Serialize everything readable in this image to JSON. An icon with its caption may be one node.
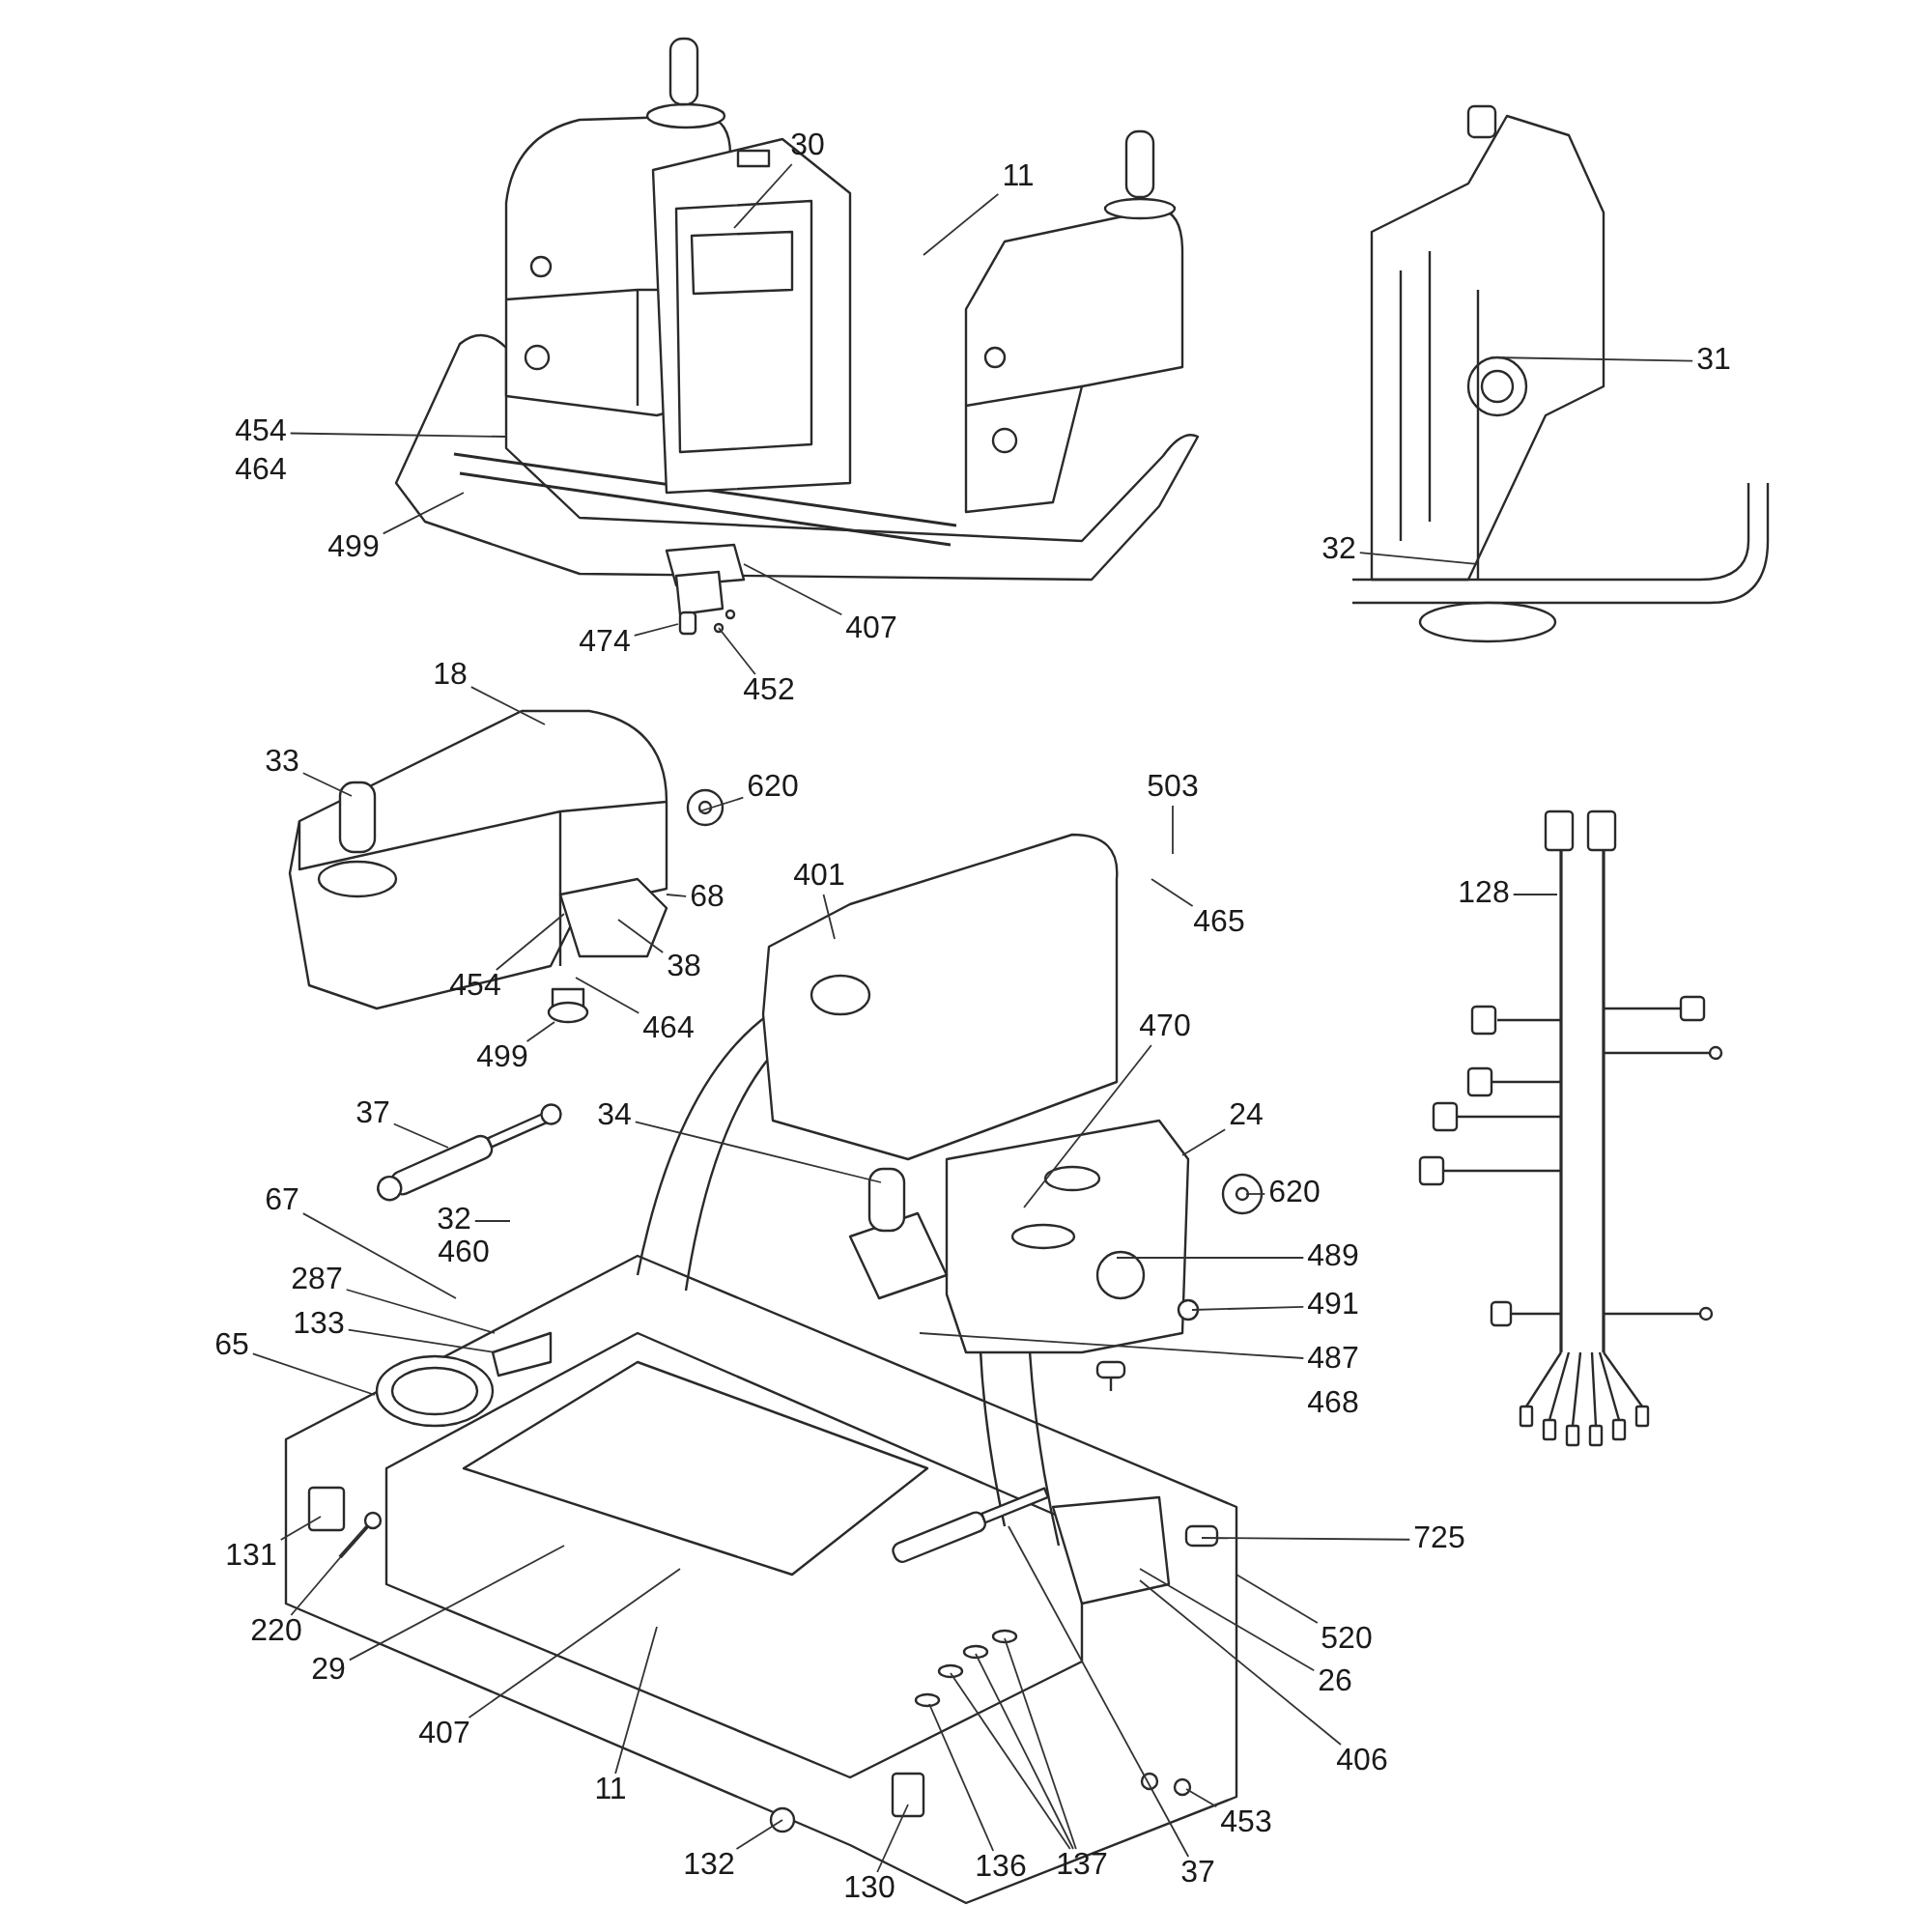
{
  "diagram": {
    "nodes": [
      {
        "text": [
          "30"
        ]
      },
      {
        "text": [
          "11"
        ]
      },
      {
        "text": [
          "454"
        ]
      },
      {
        "text": [
          "499"
        ]
      },
      {
        "text": [
          "474"
        ]
      },
      {
        "text": [
          "407"
        ]
      },
      {
        "text": [
          "452"
        ]
      },
      {
        "text": [
          "31"
        ]
      },
      {
        "text": [
          "32"
        ]
      },
      {
        "text": [
          "18"
        ]
      },
      {
        "text": [
          "33"
        ]
      },
      {
        "text": [
          "620"
        ]
      },
      {
        "text": [
          "68"
        ]
      },
      {
        "text": [
          "454"
        ]
      },
      {
        "text": [
          "38"
        ]
      },
      {
        "text": [
          "464"
        ]
      },
      {
        "text": [
          "499"
        ]
      },
      {
        "text": [
          "401"
        ]
      },
      {
        "text": [
          "503"
        ]
      },
      {
        "text": [
          "465"
        ]
      },
      {
        "text": [
          "128"
        ]
      },
      {
        "text": [
          "37"
        ]
      },
      {
        "text": [
          "34"
        ]
      },
      {
        "text": [
          "470"
        ]
      },
      {
        "text": [
          "24"
        ]
      },
      {
        "text": [
          "620"
        ]
      },
      {
        "text": [
          "489"
        ]
      },
      {
        "text": [
          "491"
        ]
      },
      {
        "text": [
          "487"
        ]
      },
      {
        "text": [
          "67"
        ]
      },
      {
        "text": [
          "32"
        ]
      },
      {
        "text": [
          "287"
        ]
      },
      {
        "text": [
          "133"
        ]
      },
      {
        "text": [
          "65"
        ]
      },
      {
        "text": [
          "131"
        ]
      },
      {
        "text": [
          "220"
        ]
      },
      {
        "text": [
          "29"
        ]
      },
      {
        "text": [
          "407"
        ]
      },
      {
        "text": [
          "11"
        ]
      },
      {
        "text": [
          "725"
        ]
      },
      {
        "text": [
          "520"
        ]
      },
      {
        "text": [
          "26"
        ]
      },
      {
        "text": [
          "406"
        ]
      },
      {
        "text": [
          "37"
        ]
      },
      {
        "text": [
          "453"
        ]
      },
      {
        "text": [
          "132"
        ]
      },
      {
        "text": [
          "130"
        ]
      },
      {
        "text": [
          "136"
        ]
      },
      {
        "text": [
          "137"
        ]
      }
    ],
    "edges": [
      {
        "from": 0,
        "to": null,
        "arrow": "none"
      },
      {
        "from": 1,
        "to": null,
        "arrow": "none"
      },
      {
        "from": 2,
        "to": null,
        "arrow": "none"
      },
      {
        "from": 3,
        "to": null,
        "arrow": "none"
      },
      {
        "from": 4,
        "to": null,
        "arrow": "none"
      },
      {
        "from": 5,
        "to": null,
        "arrow": "none"
      },
      {
        "from": 6,
        "to": null,
        "arrow": "none"
      },
      {
        "from": 7,
        "to": null,
        "arrow": "none"
      },
      {
        "from": 8,
        "to": null,
        "arrow": "none"
      },
      {
        "from": 9,
        "to": null,
        "arrow": "none"
      },
      {
        "from": 10,
        "to": null,
        "arrow": "none"
      },
      {
        "from": 11,
        "to": null,
        "arrow": "none"
      },
      {
        "from": 12,
        "to": null,
        "arrow": "none"
      },
      {
        "from": 13,
        "to": null,
        "arrow": "none"
      },
      {
        "from": 14,
        "to": null,
        "arrow": "none"
      },
      {
        "from": 15,
        "to": null,
        "arrow": "none"
      },
      {
        "from": 16,
        "to": null,
        "arrow": "none"
      },
      {
        "from": 17,
        "to": null,
        "arrow": "none"
      },
      {
        "from": 18,
        "to": null,
        "arrow": "none"
      },
      {
        "from": 19,
        "to": null,
        "arrow": "none"
      },
      {
        "from": 20,
        "to": null,
        "arrow": "none"
      },
      {
        "from": 21,
        "to": null,
        "arrow": "none"
      },
      {
        "from": 22,
        "to": null,
        "arrow": "none"
      },
      {
        "from": 23,
        "to": null,
        "arrow": "none"
      },
      {
        "from": 24,
        "to": null,
        "arrow": "none"
      },
      {
        "from": 25,
        "to": null,
        "arrow": "none"
      },
      {
        "from": 26,
        "to": null,
        "arrow": "none"
      },
      {
        "from": 27,
        "to": null,
        "arrow": "none"
      },
      {
        "from": 28,
        "to": null,
        "arrow": "none"
      },
      {
        "from": 29,
        "to": null,
        "arrow": "none"
      },
      {
        "from": 30,
        "to": null,
        "arrow": "none"
      },
      {
        "from": 31,
        "to": null,
        "arrow": "none"
      },
      {
        "from": 32,
        "to": null,
        "arrow": "none"
      },
      {
        "from": 33,
        "to": null,
        "arrow": "none"
      },
      {
        "from": 34,
        "to": null,
        "arrow": "none"
      },
      {
        "from": 35,
        "to": null,
        "arrow": "none"
      },
      {
        "from": 36,
        "to": null,
        "arrow": "none"
      },
      {
        "from": 37,
        "to": null,
        "arrow": "none"
      },
      {
        "from": 38,
        "to": null,
        "arrow": "none"
      },
      {
        "from": 39,
        "to": null,
        "arrow": "none"
      },
      {
        "from": 40,
        "to": null,
        "arrow": "none"
      },
      {
        "from": 41,
        "to": null,
        "arrow": "none"
      },
      {
        "from": 42,
        "to": null,
        "arrow": "none"
      },
      {
        "from": 43,
        "to": null,
        "arrow": "none"
      },
      {
        "from": 44,
        "to": null,
        "arrow": "none"
      },
      {
        "from": 45,
        "to": null,
        "arrow": "none"
      },
      {
        "from": 46,
        "to": null,
        "arrow": "none"
      },
      {
        "from": 47,
        "to": null,
        "arrow": "none"
      },
      {
        "from": 48,
        "to": null,
        "arrow": "none"
      },
      {
        "from": 48,
        "to": null,
        "arrow": "none"
      },
      {
        "from": 48,
        "to": null,
        "arrow": "none"
      }
    ],
    "labels": [
      "464",
      "460",
      "468"
    ]
  }
}
